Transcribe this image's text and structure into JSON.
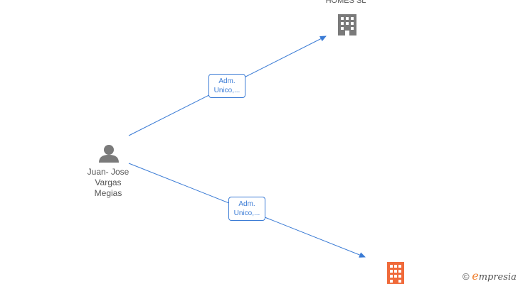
{
  "colors": {
    "edge": "#3a7bd5",
    "person_icon": "#7a7a7a",
    "company_gray": "#7a7a7a",
    "company_orange": "#f06a3a",
    "text": "#555555",
    "watermark_accent": "#f08030"
  },
  "nodes": {
    "person": {
      "icon": "person-icon",
      "name_lines": [
        "Juan- Jose",
        "Vargas",
        "Megias"
      ]
    },
    "company_top": {
      "icon": "building-icon",
      "label": "HOMES  SL"
    },
    "company_bottom": {
      "icon": "building-icon"
    }
  },
  "edges": [
    {
      "from": "person",
      "to": "company_top",
      "label_lines": [
        "Adm.",
        "Unico,..."
      ]
    },
    {
      "from": "person",
      "to": "company_bottom",
      "label_lines": [
        "Adm.",
        "Unico,..."
      ]
    }
  ],
  "watermark": {
    "symbol": "©",
    "brand_initial": "e",
    "brand_rest": "mpresia"
  }
}
